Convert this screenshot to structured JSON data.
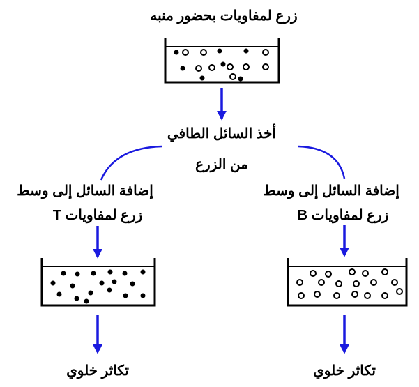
{
  "title": "زرع لمفاويات بحضور منبه",
  "middle": {
    "line1": "أخذ السائل الطافي",
    "line2": "من الزرع"
  },
  "left_branch": {
    "line1": "إضافة السائل إلى وسط",
    "line2": "زرع لمفاويات T",
    "result": "تكاثر خلوي"
  },
  "right_branch": {
    "line1": "إضافة السائل إلى وسط",
    "line2": "زرع لمفاويات B",
    "result": "تكاثر خلوي"
  },
  "colors": {
    "arrow": "#1a1adf",
    "container": "#000000"
  }
}
